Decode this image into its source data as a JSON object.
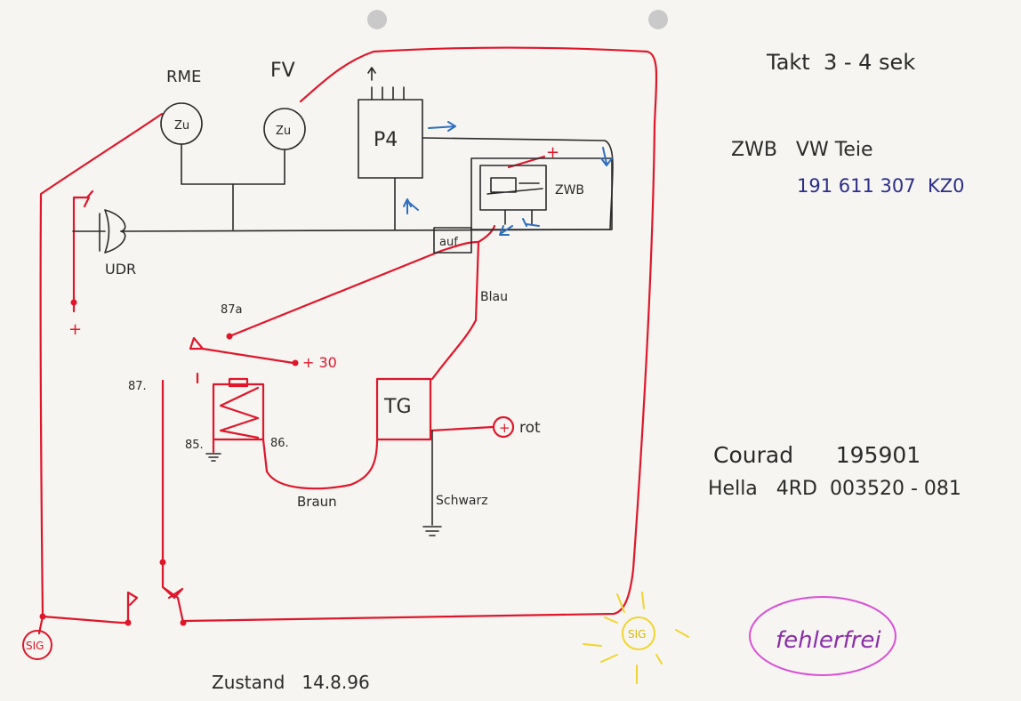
{
  "labels": {
    "rme": "RME",
    "fv": "FV",
    "zu_left": "Zu",
    "zu_right": "Zu",
    "p4": "P4",
    "zwb_box": "ZWB",
    "auf": "auf",
    "udr": "UDR",
    "plus_left": "+",
    "plus_zwb": "+",
    "pin_87a": "87a",
    "plus_30": "+ 30",
    "pin_87": "87.",
    "pin_85": "85.",
    "pin_86": "86.",
    "tg": "TG",
    "plus_rot": "+",
    "rot": "rot",
    "blau": "Blau",
    "braun": "Braun",
    "schwarz": "Schwarz",
    "sig_left": "SIG",
    "sig_right": "SIG",
    "fehlerfrei": "fehlerfrei",
    "zustand": "Zustand   14.8.96"
  },
  "notes": {
    "takt": "Takt  3 - 4 sek",
    "zwb_title": "ZWB   VW Teie",
    "zwb_part": "191 611 307  KZ0",
    "conrad": "Courad      195901",
    "hella": "Hella   4RD  003520 - 081"
  },
  "colors": {
    "ink_black": "#2a2a2a",
    "ink_red": "#e0162b",
    "ink_blue": "#2f6fbf",
    "ink_navy": "#2c2e8a",
    "ink_yellow": "#f0d530",
    "ink_magenta": "#d94fd6",
    "paper": "#f6f5f1",
    "punch_hole": "#c9c9c9"
  }
}
